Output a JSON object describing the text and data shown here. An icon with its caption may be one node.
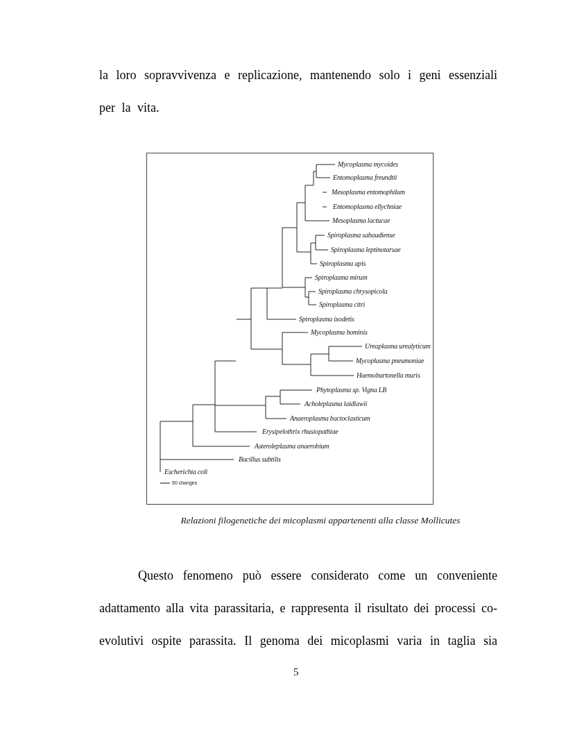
{
  "diagram": {
    "caption": "Relazioni filogenetiche dei micoplasmi appartenenti alla classe Mollicutes",
    "labels": [
      "la loro sopravvivenza e replicazione, mantenendo solo i geni essenziali per la vita.",
      "Mycoplasma mycoides",
      "Entomoplasma freundtii",
      "Mesoplasma entomophilum",
      "Entomoplasma ellychniae",
      "Mesoplasma lactucae",
      "Spiroplasma sabaudiense",
      "Spiroplasma leptinotarsae",
      "Spiroplasma apis",
      "Spiroplasma mirum",
      "Spiroplasma chrysopicola",
      "Spiroplasma citri",
      "Spiroplasma ixodetis",
      "Mycoplasma hominis",
      "Ureaplasma urealyticum",
      "Mycoplasma pneumoniae",
      "Haemobartonella muris",
      "Phytoplasma sp. Vigna LB",
      "Acholeplasma laidlawii",
      "Anaeroplasma bactoclasticum",
      "Erysipelothrix rhusiopathiae",
      "Asteroleplasma anaerobium",
      "Bacillus subtilis",
      "Escherichia coli",
      "50 changes",
      "Questo fenomeno può essere considerato come un conveniente adattamento alla vita parassitaria, e rappresenta il risultato dei processi co-evolutivi ospite parassita. Il genoma dei micoplasmi varia in taglia sia",
      "5"
    ]
  }
}
